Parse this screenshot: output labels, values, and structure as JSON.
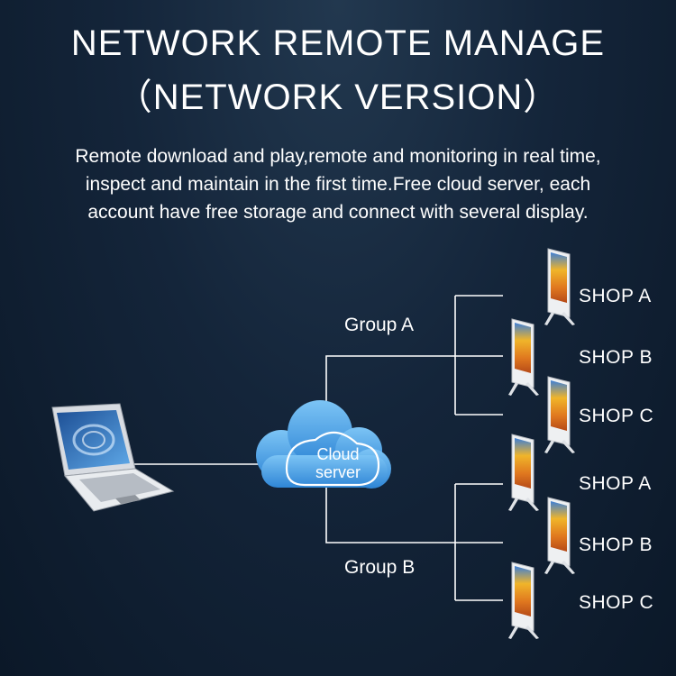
{
  "title": {
    "line1": "NETWORK REMOTE MANAGE",
    "line2": "（NETWORK VERSION）"
  },
  "description": [
    "Remote download and play,remote and monitoring in real time,",
    "inspect and maintain in the first time.Free cloud server, each",
    "account have free storage and connect with several display."
  ],
  "cloud": {
    "line1": "Cloud",
    "line2": "server"
  },
  "groups": [
    {
      "label": "Group A",
      "shops": [
        "SHOP A",
        "SHOP B",
        "SHOP C"
      ]
    },
    {
      "label": "Group B",
      "shops": [
        "SHOP A",
        "SHOP B",
        "SHOP C"
      ]
    }
  ],
  "colors": {
    "background": "#14253a",
    "cloud": "#4aa3e8",
    "lines": "#ffffff"
  }
}
